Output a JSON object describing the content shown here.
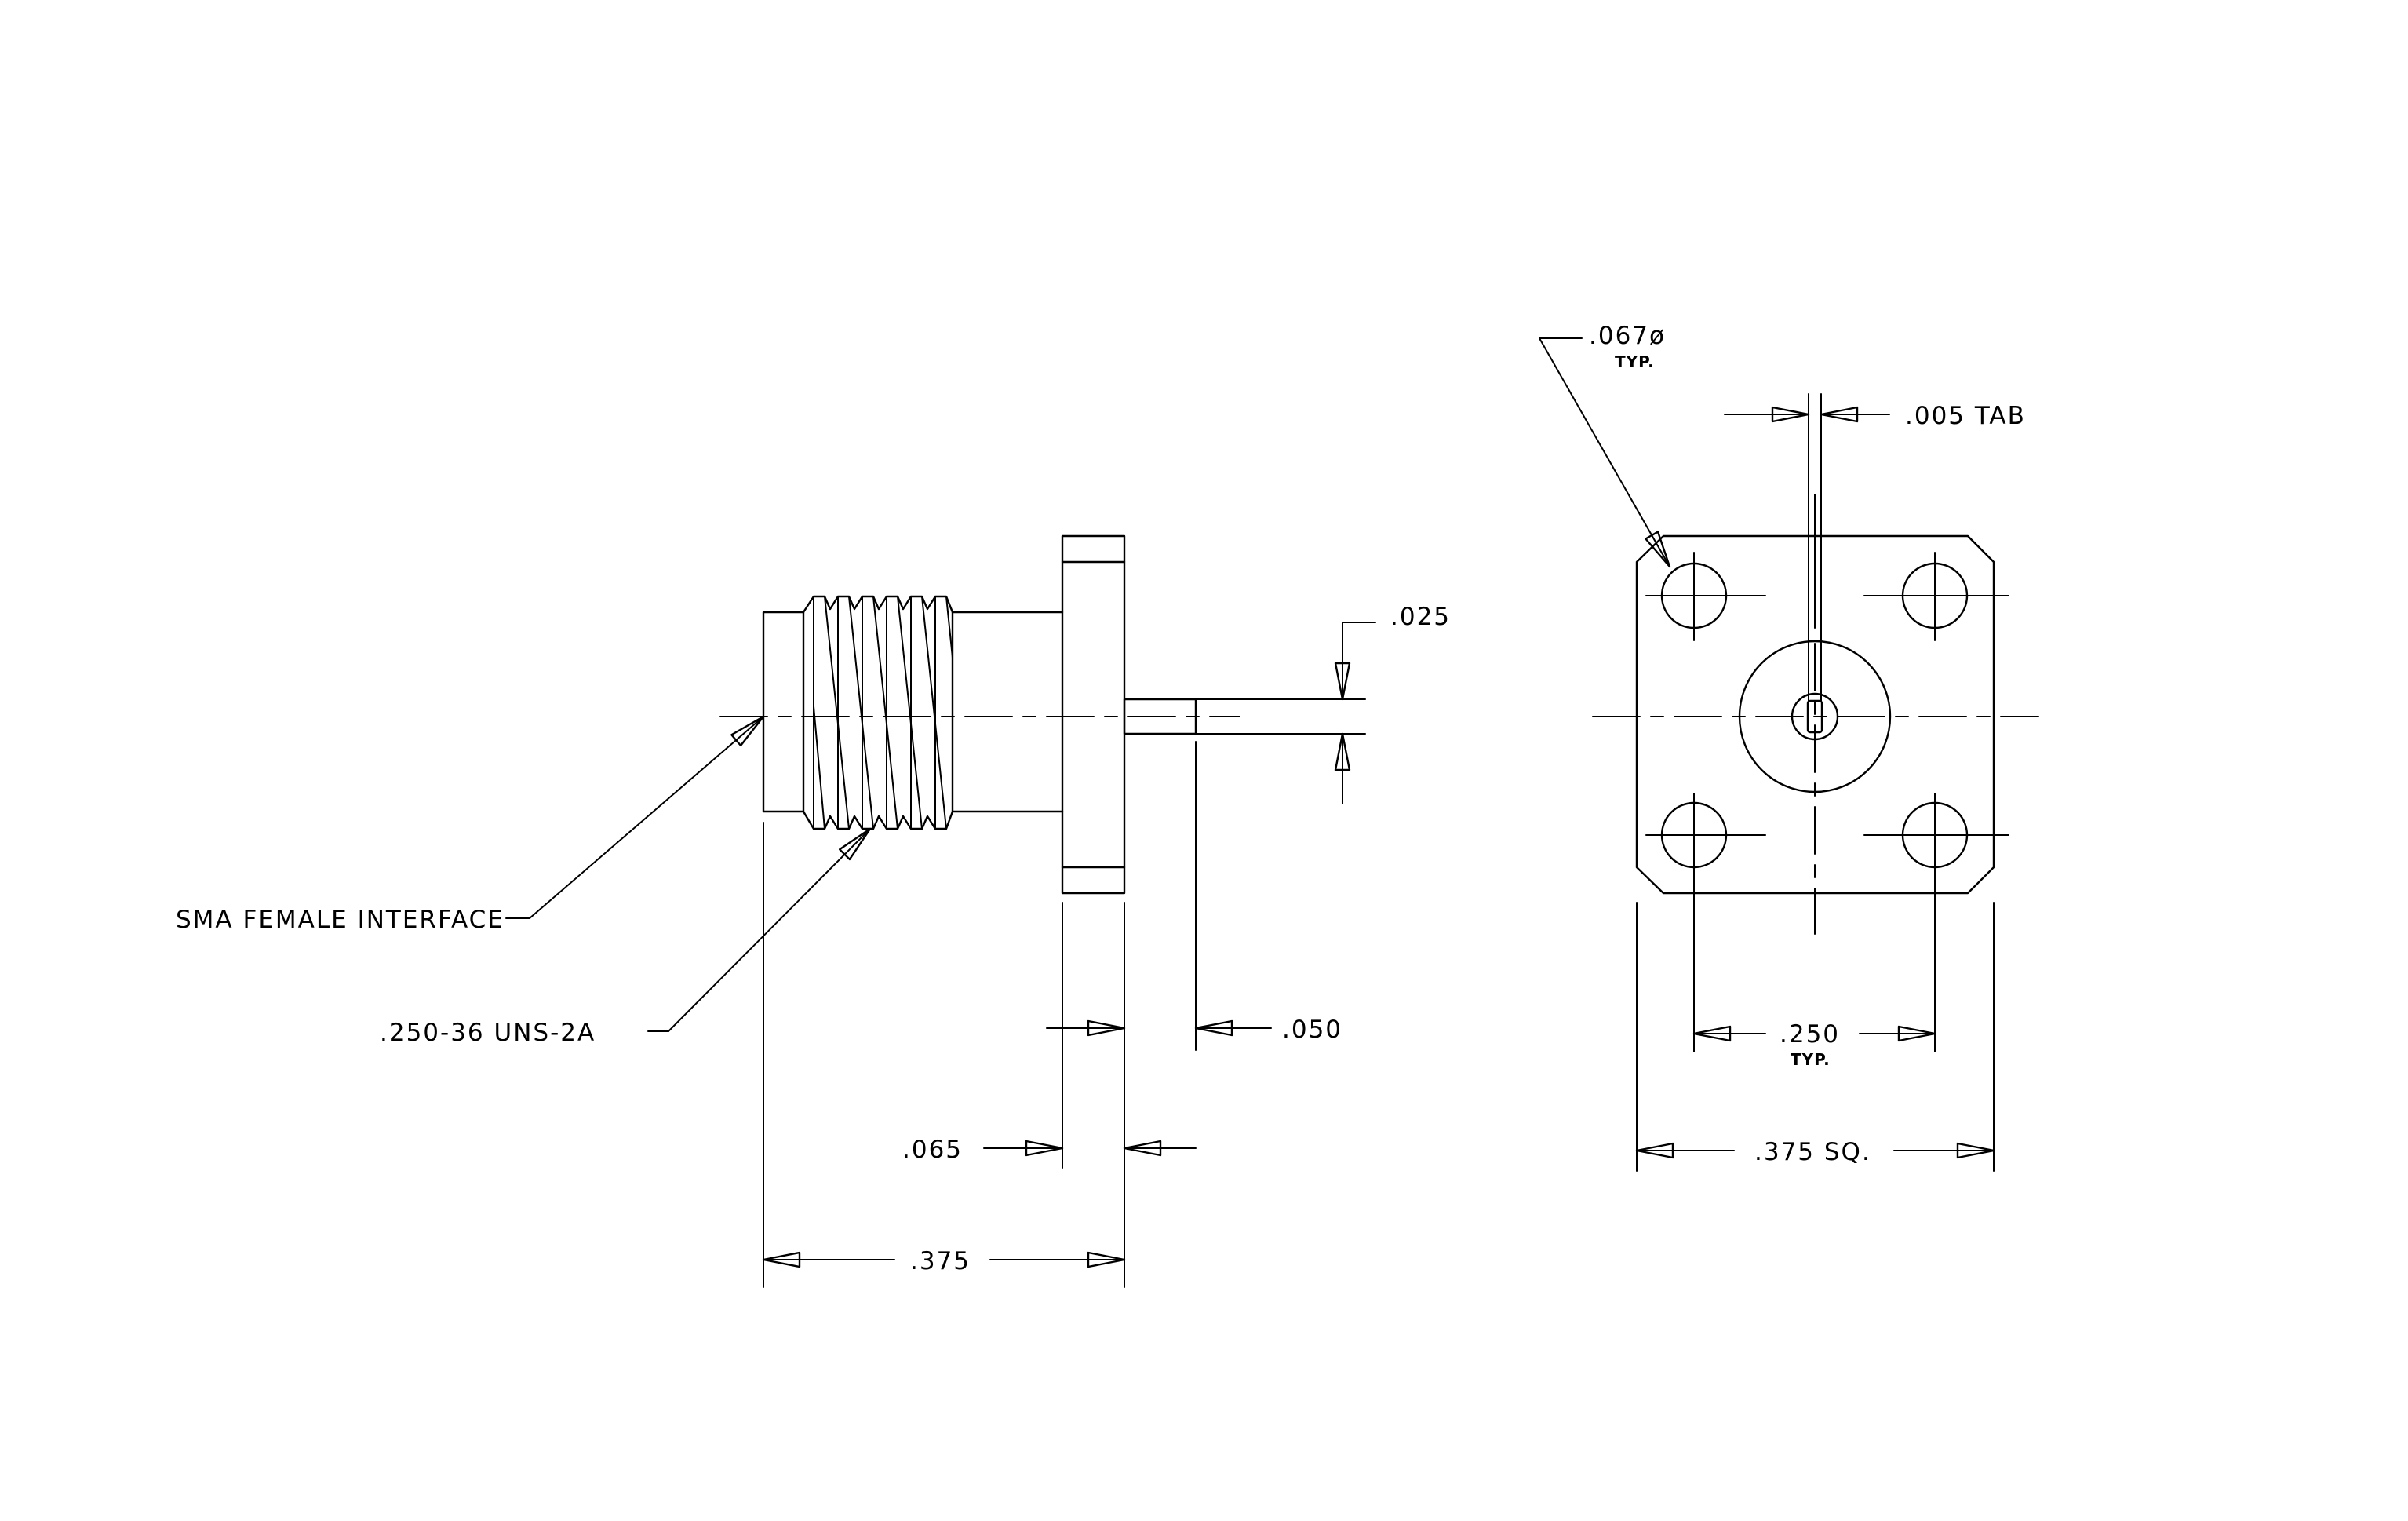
{
  "labels": {
    "sma_female_interface": "SMA FEMALE INTERFACE",
    "thread_spec": ".250-36 UNS-2A",
    "pin_diameter": ".025",
    "pin_length": ".050",
    "flange_thickness": ".065",
    "overall_length": ".375",
    "hole_diameter": ".067ø",
    "hole_diameter_note": "TYP.",
    "tab_width": ".005 TAB",
    "hole_spacing": ".250",
    "hole_spacing_note": "TYP.",
    "flange_size": ".375 SQ."
  }
}
